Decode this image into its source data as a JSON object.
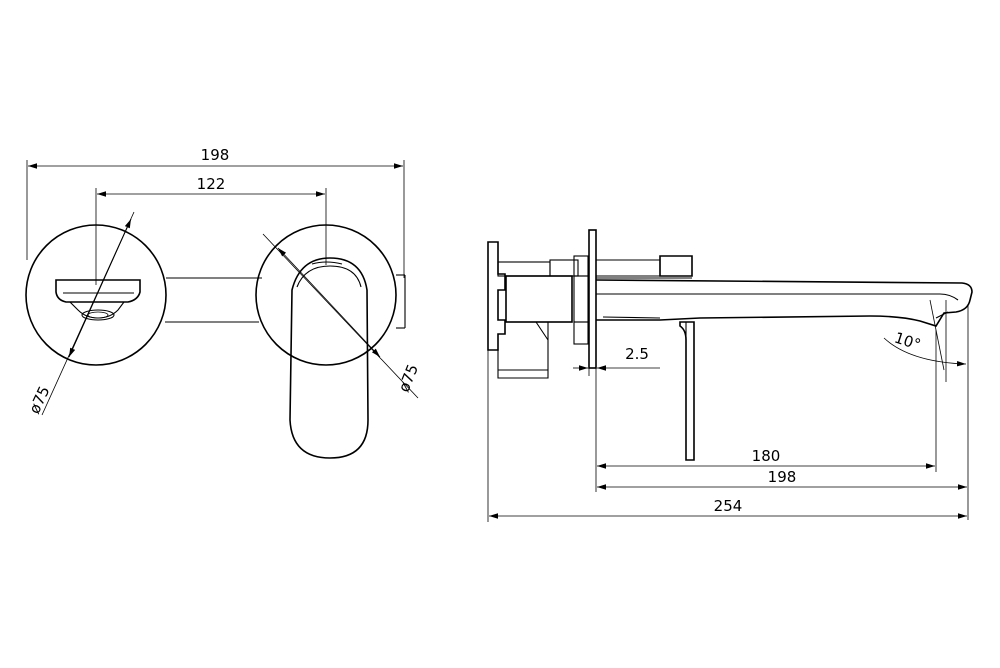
{
  "front_view": {
    "overall_width": "198",
    "center_distance": "122",
    "spout_plate_diameter": "ø75",
    "handle_plate_diameter": "ø75"
  },
  "side_view": {
    "plate_thickness": "2.5",
    "spout_reach": "180",
    "plate_to_tip": "198",
    "overall_depth": "254",
    "spout_angle": "10°"
  }
}
